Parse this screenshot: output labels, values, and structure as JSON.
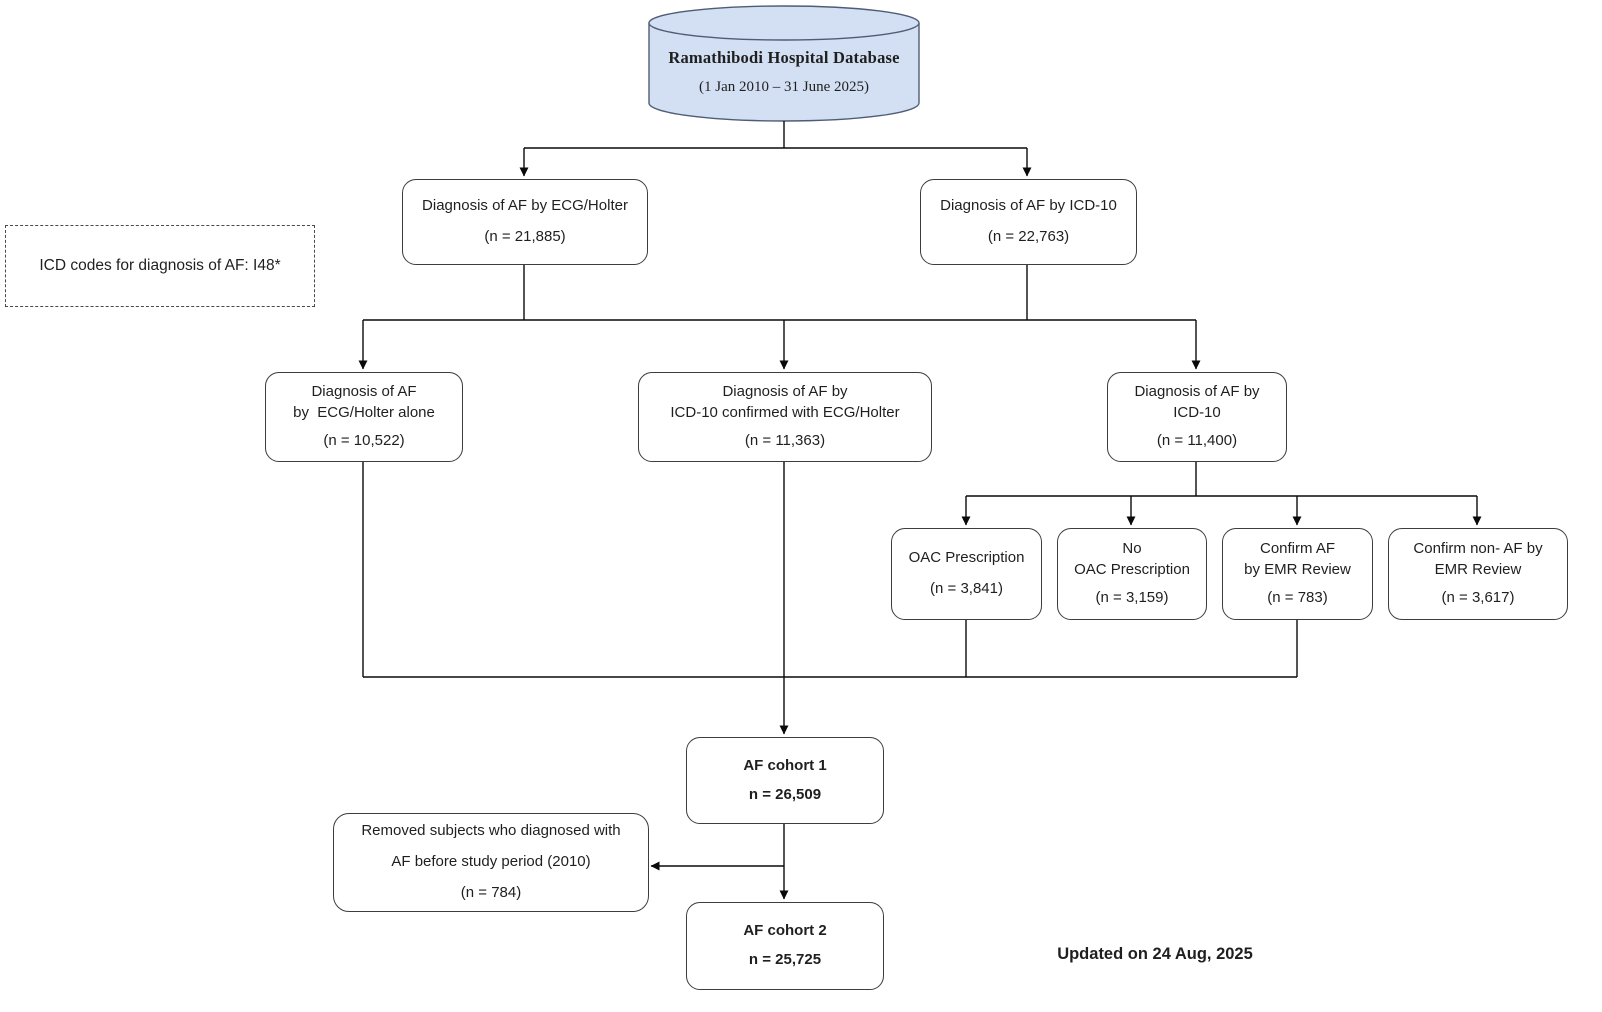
{
  "colors": {
    "cylinder_fill": "#d3dff2",
    "cylinder_stroke": "#4e5d75",
    "box_border": "#3d3d3d",
    "connector": "#0a0a0a"
  },
  "database": {
    "title": "Ramathibodi Hospital Database",
    "subtitle": "(1 Jan 2010 – 31 June 2025)"
  },
  "note": {
    "text": "ICD codes for diagnosis of AF:  I48*"
  },
  "level2": {
    "ecg": {
      "title": "Diagnosis of AF by ECG/Holter",
      "n": "(n = 21,885)"
    },
    "icd": {
      "title": "Diagnosis of AF by ICD-10",
      "n": "(n = 22,763)"
    }
  },
  "level3": {
    "ecg_alone": {
      "line1": "Diagnosis of AF",
      "line2": "by  ECG/Holter alone",
      "n": "(n = 10,522)"
    },
    "icd_confirmed": {
      "line1": "Diagnosis of AF by",
      "line2": "ICD-10 confirmed with ECG/Holter",
      "n": "(n = 11,363)"
    },
    "icd_only": {
      "line1": "Diagnosis of AF by",
      "line2": "ICD-10",
      "n": "(n = 11,400)"
    }
  },
  "level4": {
    "oac": {
      "line1": "OAC Prescription",
      "n": "(n = 3,841)"
    },
    "no_oac": {
      "line1": "No",
      "line2": "OAC Prescription",
      "n": "(n = 3,159)"
    },
    "confirm_af": {
      "line1": "Confirm AF",
      "line2": "by EMR Review",
      "n": "(n = 783)"
    },
    "confirm_non_af": {
      "line1": "Confirm non- AF by",
      "line2": "EMR Review",
      "n": "(n = 3,617)"
    }
  },
  "cohort1": {
    "title": "AF cohort 1",
    "n": "n = 26,509"
  },
  "removed": {
    "line1": "Removed subjects who diagnosed with",
    "line2": "AF before study period (2010)",
    "n": "(n = 784)"
  },
  "cohort2": {
    "title": "AF cohort 2",
    "n": "n = 25,725"
  },
  "footer": {
    "updated": "Updated on 24 Aug, 2025"
  }
}
